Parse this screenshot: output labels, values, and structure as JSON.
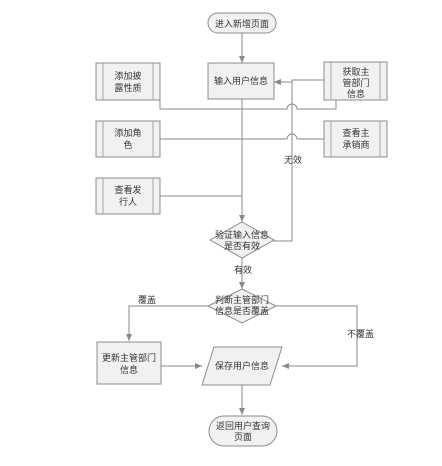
{
  "nodes": {
    "start": "进入新增页面",
    "input_user_info": [
      "输入用户信息"
    ],
    "add_disclosure": [
      "添加披",
      "露性质"
    ],
    "get_dept": [
      "获取主",
      "管部门",
      "信息"
    ],
    "add_role": [
      "添加角",
      "色"
    ],
    "view_underwriter": [
      "查看主",
      "承销商"
    ],
    "view_issuer": [
      "查看发",
      "行人"
    ],
    "validate": [
      "验证输入信息",
      "是否有效"
    ],
    "check_dept": [
      "判断主管部门",
      "信息是否覆盖"
    ],
    "update_dept": [
      "更新主管部门",
      "信息"
    ],
    "save_user": "保存用户信息",
    "end": [
      "返回用户查询",
      "页面"
    ]
  },
  "edge_labels": {
    "invalid": "无效",
    "valid": "有效",
    "overwrite": "覆盖",
    "not_overwrite": "不覆盖"
  },
  "colors": {
    "shape_fill": "#f1f1f1",
    "shape_stroke": "#8c8c8c",
    "line": "#8a8a8a",
    "text": "#333333"
  }
}
